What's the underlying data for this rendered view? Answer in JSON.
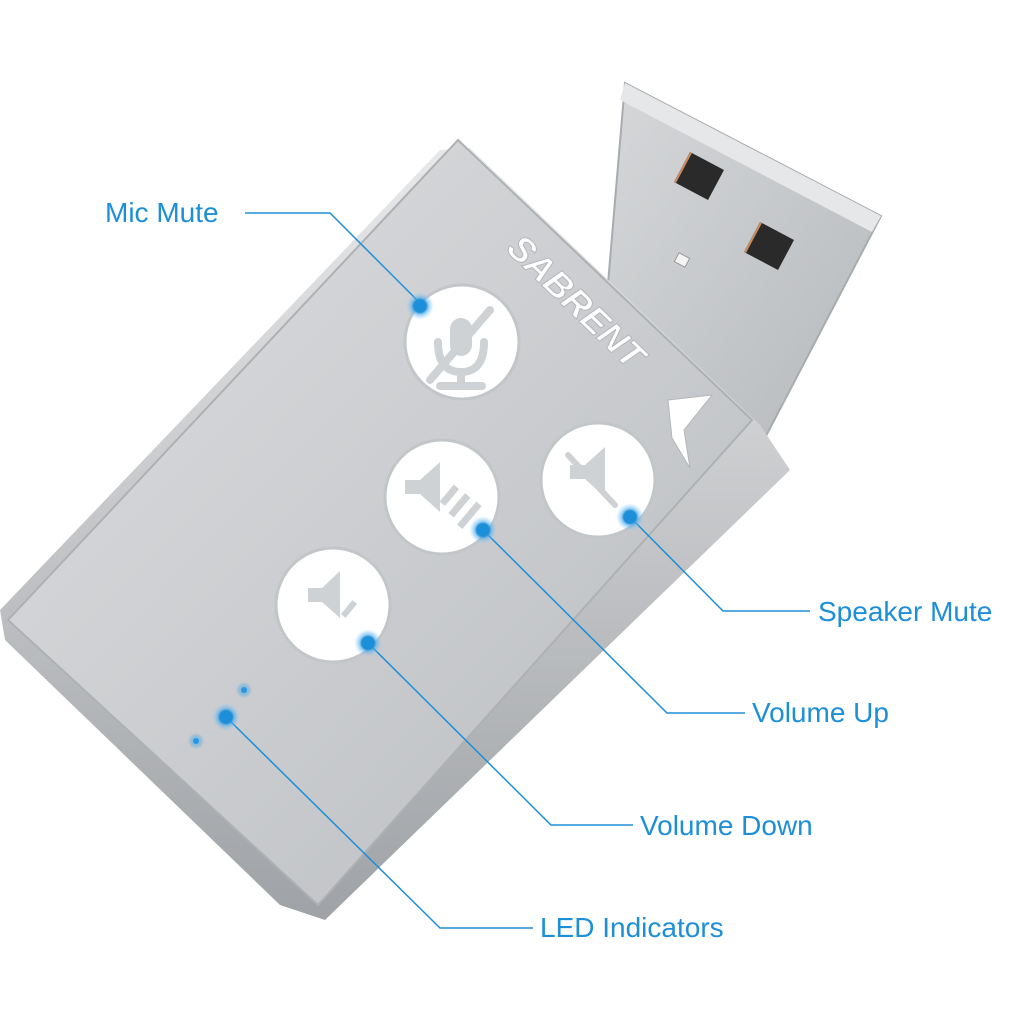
{
  "brand": {
    "logo_text": "SABRENT"
  },
  "callouts": {
    "mic_mute": "Mic Mute",
    "speaker_mute": "Speaker Mute",
    "volume_up": "Volume Up",
    "volume_down": "Volume Down",
    "led_indicators": "LED Indicators"
  },
  "colors": {
    "callout": "#1d8fd8",
    "body": "#c9cbce",
    "button": "#ffffff",
    "connector_contact": "#c98a5e"
  },
  "icons": {
    "mic_button": "mic-mute-icon",
    "volume_up_button": "volume-up-icon",
    "volume_down_button": "volume-down-icon",
    "speaker_button": "speaker-mute-icon"
  }
}
